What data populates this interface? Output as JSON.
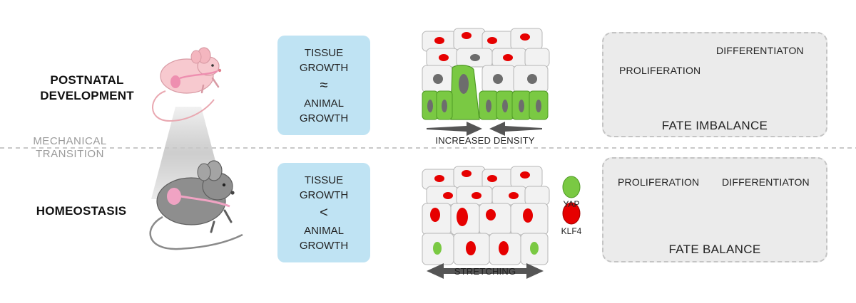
{
  "rows": [
    {
      "stage": [
        "POSTNATAL",
        "DEVELOPMENT"
      ],
      "growth": {
        "top": [
          "TISSUE",
          "GROWTH"
        ],
        "operator": "≈",
        "bottom": [
          "ANIMAL",
          "GROWTH"
        ]
      },
      "tissue_caption": "INCREASED DENSITY",
      "fate": {
        "left": "PROLIFERATION",
        "right": "DIFFERENTIATON",
        "title": "FATE IMBALANCE"
      }
    },
    {
      "stage": [
        "HOMEOSTASIS"
      ],
      "growth": {
        "top": [
          "TISSUE",
          "GROWTH"
        ],
        "operator": "<",
        "bottom": [
          "ANIMAL",
          "GROWTH"
        ]
      },
      "tissue_caption": "STRETCHING",
      "fate": {
        "left": "PROLIFERATION",
        "right": "DIFFERENTIATON",
        "title": "FATE BALANCE"
      }
    }
  ],
  "transition": [
    "MECHANICAL",
    "TRANSITION"
  ],
  "legend": [
    {
      "label": "YAP",
      "color": "#7ac943"
    },
    {
      "label": "KLF4",
      "color": "#e60000"
    }
  ],
  "colors": {
    "box_blue": "#bfe3f3",
    "fate_grey": "#ebebeb",
    "cell_grey": "#f2f2f2",
    "nucleus_grey": "#6d6d6d",
    "yap_green": "#7ac943",
    "klf4_red": "#e60000",
    "young_mouse": "#f7c9cf",
    "adult_mouse": "#8e8e8e"
  }
}
